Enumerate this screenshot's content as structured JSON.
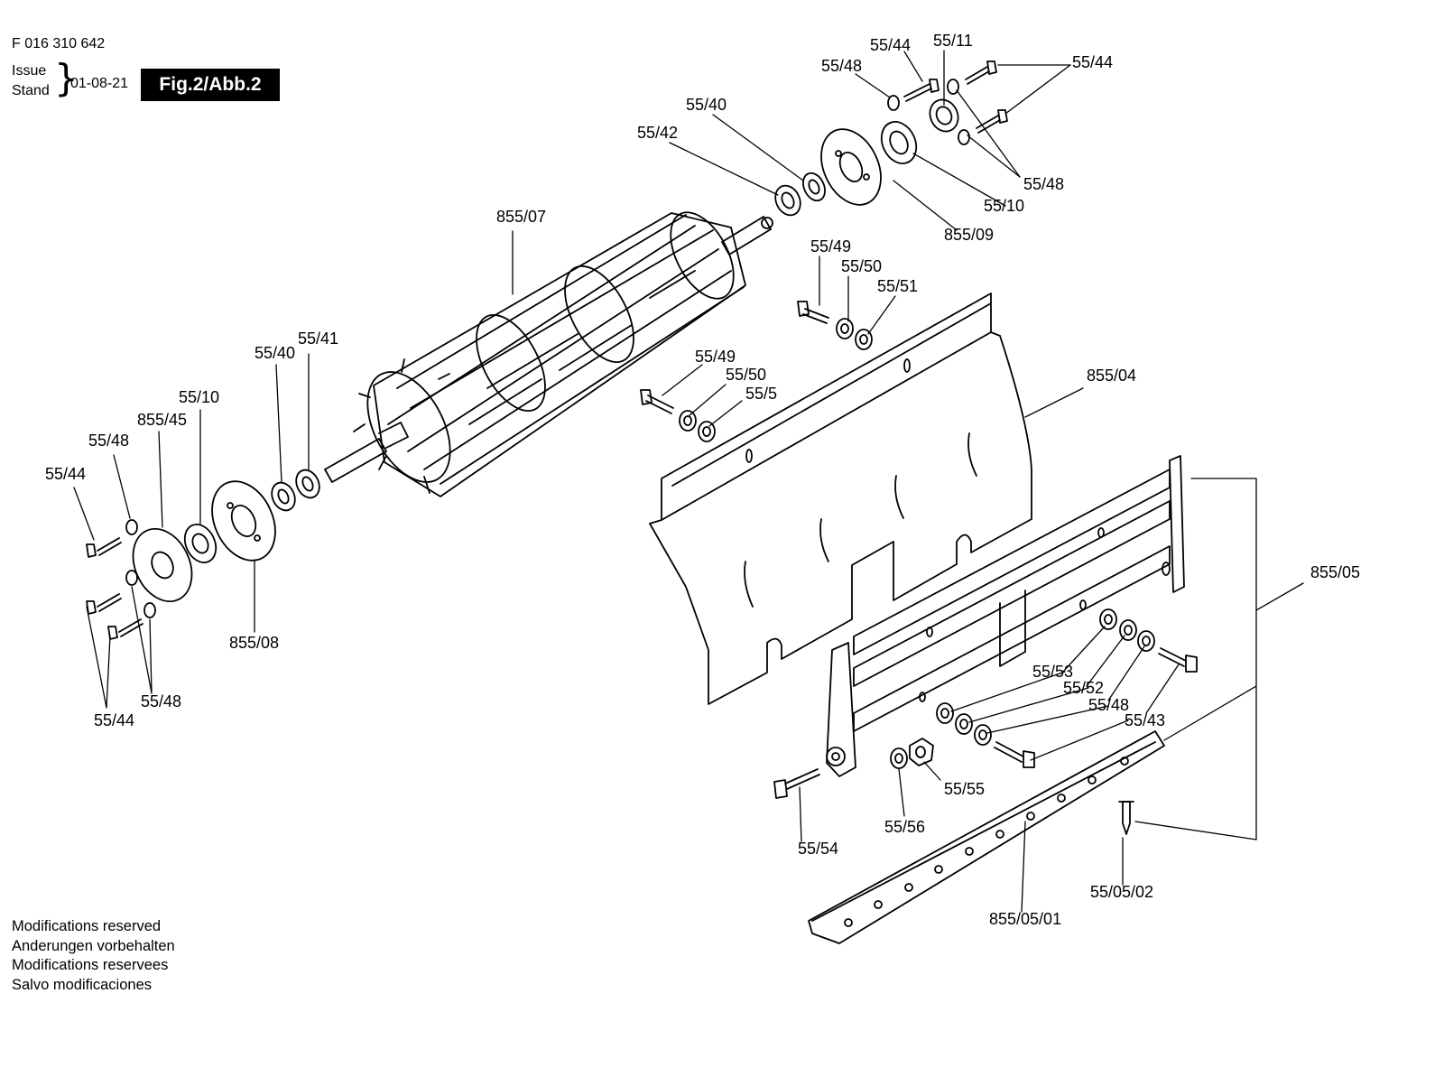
{
  "header": {
    "doc_number": "F 016 310 642",
    "issue_label": "Issue",
    "stand_label": "Stand",
    "date": "01-08-21",
    "figure": "Fig.2/Abb.2"
  },
  "notes": [
    "Modifications reserved",
    "Anderungen vorbehalten",
    "Modifications reservees",
    "Salvo modificaciones"
  ],
  "part_labels": {
    "reel": "855/07",
    "bedknife_plate": "855/04",
    "cutter_bar_assembly": "855/05",
    "cutter_bar": "855/05/01",
    "cutter_screw": "55/05/02",
    "right_flange": "855/09",
    "left_flange": "855/08",
    "left_plate": "855/45",
    "right_bearing": "55/10",
    "left_bearing": "55/10",
    "right_cap": "55/11",
    "right_washer_40": "55/40",
    "right_washer_42": "55/42",
    "left_washer_40": "55/40",
    "left_washer_41": "55/41",
    "right_screw_44_a": "55/44",
    "right_screw_44_b": "55/44",
    "right_washer_48_a": "55/48",
    "right_washer_48_b": "55/48",
    "left_screw_44_a": "55/44",
    "left_screw_44_b": "55/44",
    "left_washer_48_a": "55/48",
    "left_washer_48_b": "55/48",
    "upper_bolt_49": "55/49",
    "upper_washer_50": "55/50",
    "upper_washer_51": "55/51",
    "lower_bolt_49": "55/49",
    "lower_washer_50": "55/50",
    "lower_washer_5": "55/5",
    "frame_washer_53": "55/53",
    "frame_washer_52": "55/52",
    "frame_washer_48": "55/48",
    "frame_bolt_43": "55/43",
    "frame_bolt_54": "55/54",
    "frame_nut_55": "55/55",
    "frame_washer_56": "55/56"
  }
}
